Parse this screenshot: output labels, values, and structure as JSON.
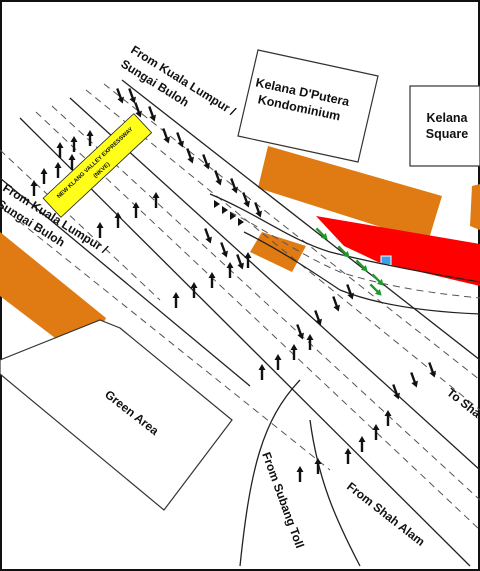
{
  "colors": {
    "building": "#e07a12",
    "station": "#ff0000",
    "highway_label_bg": "#ffff1a",
    "green_arrow": "#1f9a2a",
    "frame": "#111111"
  },
  "labels": {
    "from_kl_top": "From Kuala Lumpur /",
    "sungai_buloh_top": "Sungai Buloh",
    "from_kl_left": "From Kuala Lumpur /",
    "sungai_buloh_left": "Sungai Buloh",
    "kondominium_1": "Kelana D'Putera",
    "kondominium_2": "Kondominium",
    "square_1": "Kelana",
    "square_2": "Square",
    "green_area": "Green Area",
    "to_shah_alam": "To Shah Alam",
    "from_subang_toll": "From Subang Toll",
    "from_shah_alam": "From Shah Alam",
    "highway_name": "NEW KLANG VALLEY EXPRESSWAY",
    "highway_code": "(NKVE)"
  },
  "icons": {
    "fuel_station": "fuel-pump-icon",
    "lane_arrow": "arrow-icon",
    "merge_arrow": "green-arrow-icon"
  }
}
